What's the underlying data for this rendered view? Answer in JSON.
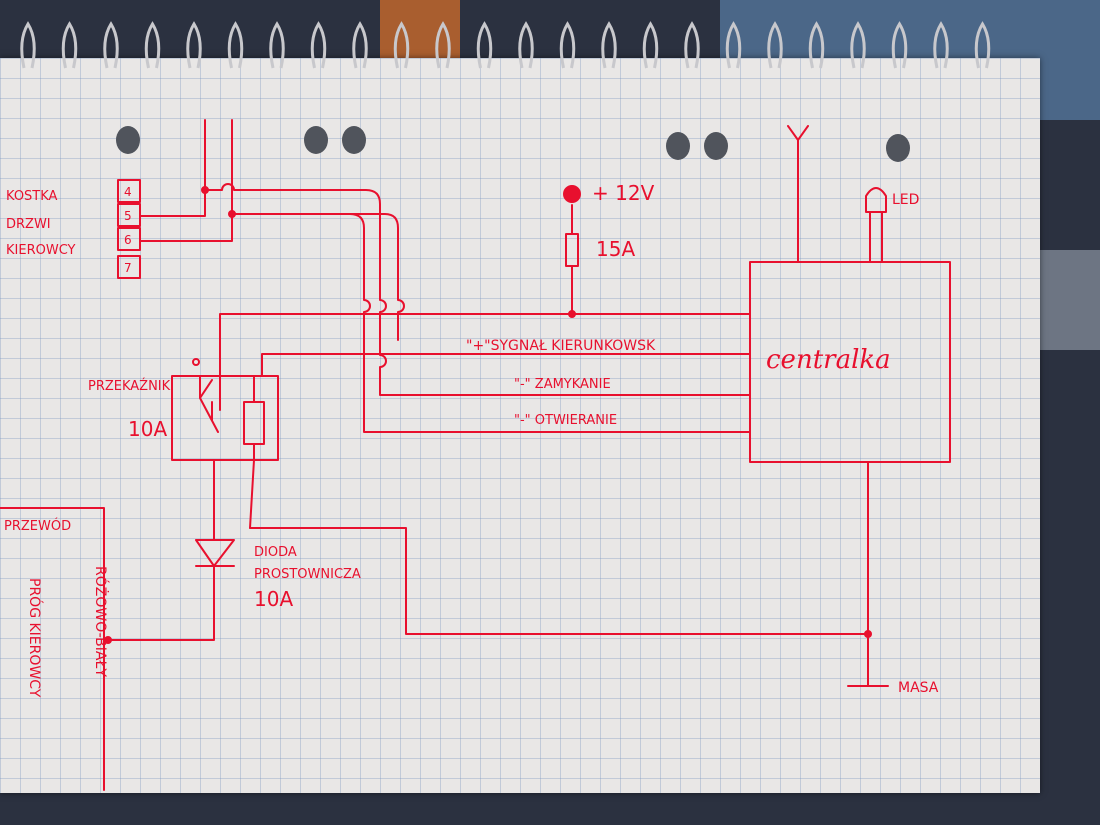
{
  "connector": {
    "label_lines": [
      "KOSTKA",
      "DRZWI",
      "KIEROWCY"
    ],
    "pins": [
      "4",
      "5",
      "6",
      "7"
    ]
  },
  "power": {
    "label": "+ 12V"
  },
  "fuse": {
    "label": "15A"
  },
  "led": {
    "label": "LED"
  },
  "controller": {
    "label": "centralka"
  },
  "signals": {
    "turn": "\"+\"SYGNAŁ KIERUNKOWSK",
    "lock": "\"-\" ZAMYKANIE",
    "unlock": "\"-\" OTWIERANIE"
  },
  "relay": {
    "label": "PRZEKAŹNIK",
    "rating": "10A"
  },
  "diode": {
    "label_lines": [
      "DIODA",
      "PROSTOWNICZA",
      "10A"
    ]
  },
  "wire_note": {
    "przewod": "PRZEWÓD",
    "color": "RÓŻOWO-BIAŁY",
    "location": "PRÓG KIEROWCY"
  },
  "ground": {
    "label": "MASA"
  },
  "colors": {
    "ink": "#e8102e",
    "paper": "#e9e7e6",
    "grid": "#7896be"
  }
}
